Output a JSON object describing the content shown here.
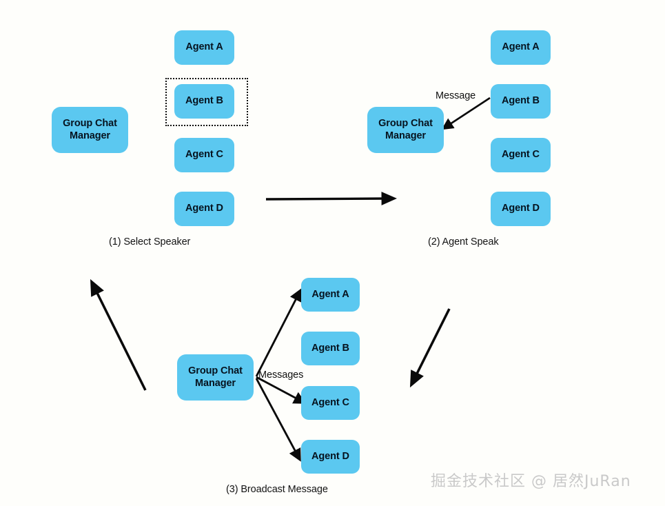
{
  "diagram": {
    "title": "Group Chat Multi-Agent Conversation Flow",
    "background_color": "#fefefb",
    "node_color": "#5bc8f0",
    "arrow_color": "#000000",
    "watermark": "掘金技术社区 @ 居然JuRan"
  },
  "panels": [
    {
      "id": "panel-1",
      "caption": "(1) Select Speaker",
      "manager": {
        "label": "Group Chat\nManager",
        "line1": "Group Chat",
        "line2": "Manager"
      },
      "agents": [
        {
          "label": "Agent A",
          "selected": false
        },
        {
          "label": "Agent B",
          "selected": true
        },
        {
          "label": "Agent C",
          "selected": false
        },
        {
          "label": "Agent D",
          "selected": false
        }
      ],
      "edge_labels": []
    },
    {
      "id": "panel-2",
      "caption": "(2) Agent Speak",
      "manager": {
        "label": "Group Chat\nManager",
        "line1": "Group Chat",
        "line2": "Manager"
      },
      "agents": [
        {
          "label": "Agent A",
          "selected": false
        },
        {
          "label": "Agent B",
          "selected": false
        },
        {
          "label": "Agent C",
          "selected": false
        },
        {
          "label": "Agent D",
          "selected": false
        }
      ],
      "edge_labels": [
        "Message"
      ]
    },
    {
      "id": "panel-3",
      "caption": "(3) Broadcast Message",
      "manager": {
        "label": "Group Chat\nManager",
        "line1": "Group Chat",
        "line2": "Manager"
      },
      "agents": [
        {
          "label": "Agent A",
          "selected": false
        },
        {
          "label": "Agent B",
          "selected": false
        },
        {
          "label": "Agent C",
          "selected": false
        },
        {
          "label": "Agent D",
          "selected": false
        }
      ],
      "edge_labels": [
        "Messages"
      ]
    }
  ],
  "labels": {
    "p1_agent_a": "Agent A",
    "p1_agent_b": "Agent B",
    "p1_agent_c": "Agent C",
    "p1_agent_d": "Agent D",
    "p1_manager_line1": "Group Chat",
    "p1_manager_line2": "Manager",
    "p1_caption": "(1) Select Speaker",
    "p2_agent_a": "Agent A",
    "p2_agent_b": "Agent B",
    "p2_agent_c": "Agent C",
    "p2_agent_d": "Agent D",
    "p2_manager_line1": "Group Chat",
    "p2_manager_line2": "Manager",
    "p2_caption": "(2) Agent Speak",
    "p2_message": "Message",
    "p3_agent_a": "Agent A",
    "p3_agent_b": "Agent B",
    "p3_agent_c": "Agent C",
    "p3_agent_d": "Agent D",
    "p3_manager_line1": "Group Chat",
    "p3_manager_line2": "Manager",
    "p3_caption": "(3) Broadcast Message",
    "p3_messages": "Messages",
    "watermark": "掘金技术社区 @ 居然JuRan"
  }
}
